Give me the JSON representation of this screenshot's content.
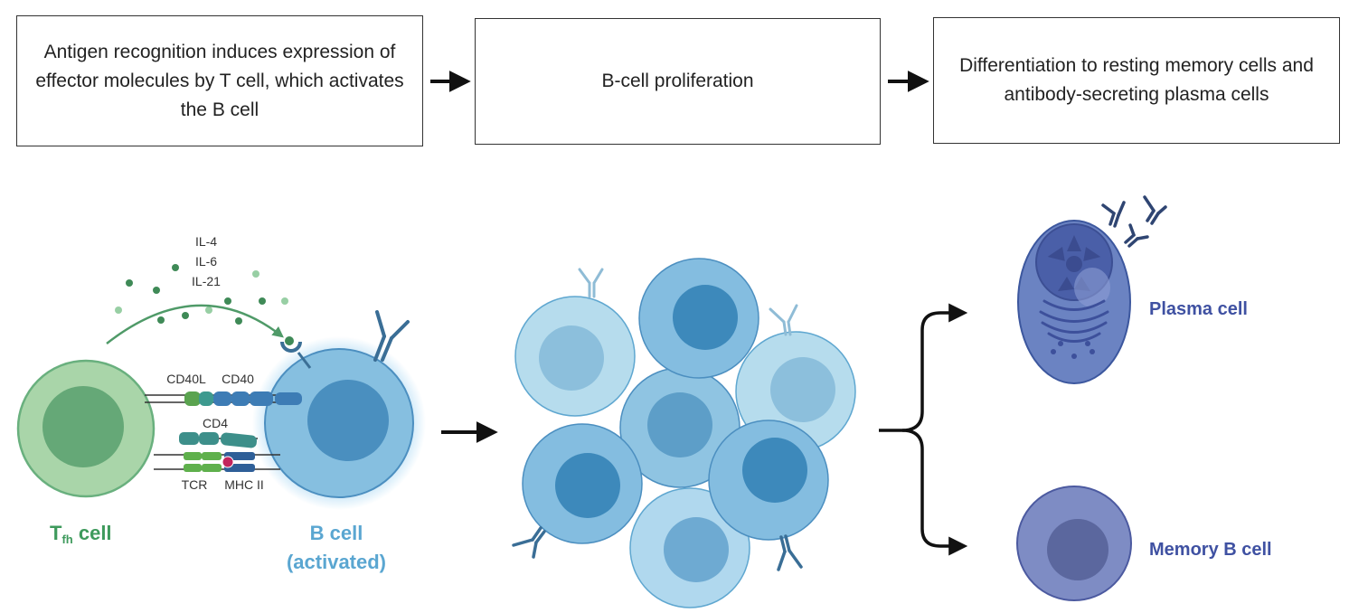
{
  "steps": [
    {
      "text": "Antigen recognition induces expression of effector molecules by T cell, which activates the B cell"
    },
    {
      "text": "B-cell proliferation"
    },
    {
      "text": "Differentiation to resting memory cells and antibody-secreting plasma cells"
    }
  ],
  "cytokines": [
    "IL-4",
    "IL-6",
    "IL-21"
  ],
  "molecules": {
    "cd40l": "CD40L",
    "cd40": "CD40",
    "cd4": "CD4",
    "tcr": "TCR",
    "mhc": "MHC II"
  },
  "cells": {
    "tfh_main": "T",
    "tfh_sub": "fh",
    "tfh_suffix": " cell",
    "bcell_line1": "B cell",
    "bcell_line2": "(activated)",
    "plasma": "Plasma cell",
    "memory": "Memory B cell"
  },
  "colors": {
    "tfh_outer": "#a9d5a9",
    "tfh_inner": "#65a877",
    "bcell": "#86bfe0",
    "bcell_nucleus": "#4a8fbf",
    "plasma_body": "#6b83c2",
    "memory_body": "#7e8cc4",
    "label_green": "#3e9a5c",
    "label_blue": "#5aa6d1",
    "label_navy": "#3f51a2"
  }
}
